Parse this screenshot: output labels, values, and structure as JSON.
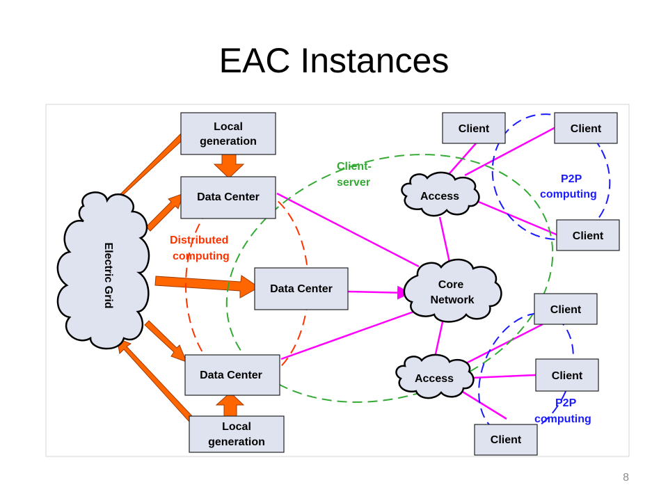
{
  "slide": {
    "title": "EAC Instances",
    "page_number": "8"
  },
  "diagram": {
    "electric_grid": "Electric Grid",
    "local_generation_top": [
      "Local",
      "generation"
    ],
    "local_generation_bottom": [
      "Local",
      "generation"
    ],
    "data_center_top": "Data Center",
    "data_center_middle": "Data Center",
    "data_center_bottom": "Data Center",
    "core_network": [
      "Core",
      "Network"
    ],
    "access_top": "Access",
    "access_bottom": "Access",
    "clients": {
      "top_left": "Client",
      "top_right": "Client",
      "right_upper": "Client",
      "right_lower_top": "Client",
      "right_lower_mid": "Client",
      "bottom": "Client"
    },
    "labels": {
      "distributed": [
        "Distributed",
        "computing"
      ],
      "client_server": [
        "Client-",
        "server"
      ],
      "p2p_top": [
        "P2P",
        "computing"
      ],
      "p2p_bottom": [
        "P2P",
        "computing"
      ]
    },
    "colors": {
      "link": "#ff00ff",
      "power_arrow": "#ff6600",
      "distributed_ring": "#ff3300",
      "client_server_ring": "#33aa33",
      "p2p_ring": "#1a1aff",
      "node_fill": "#dfe3ef"
    }
  }
}
